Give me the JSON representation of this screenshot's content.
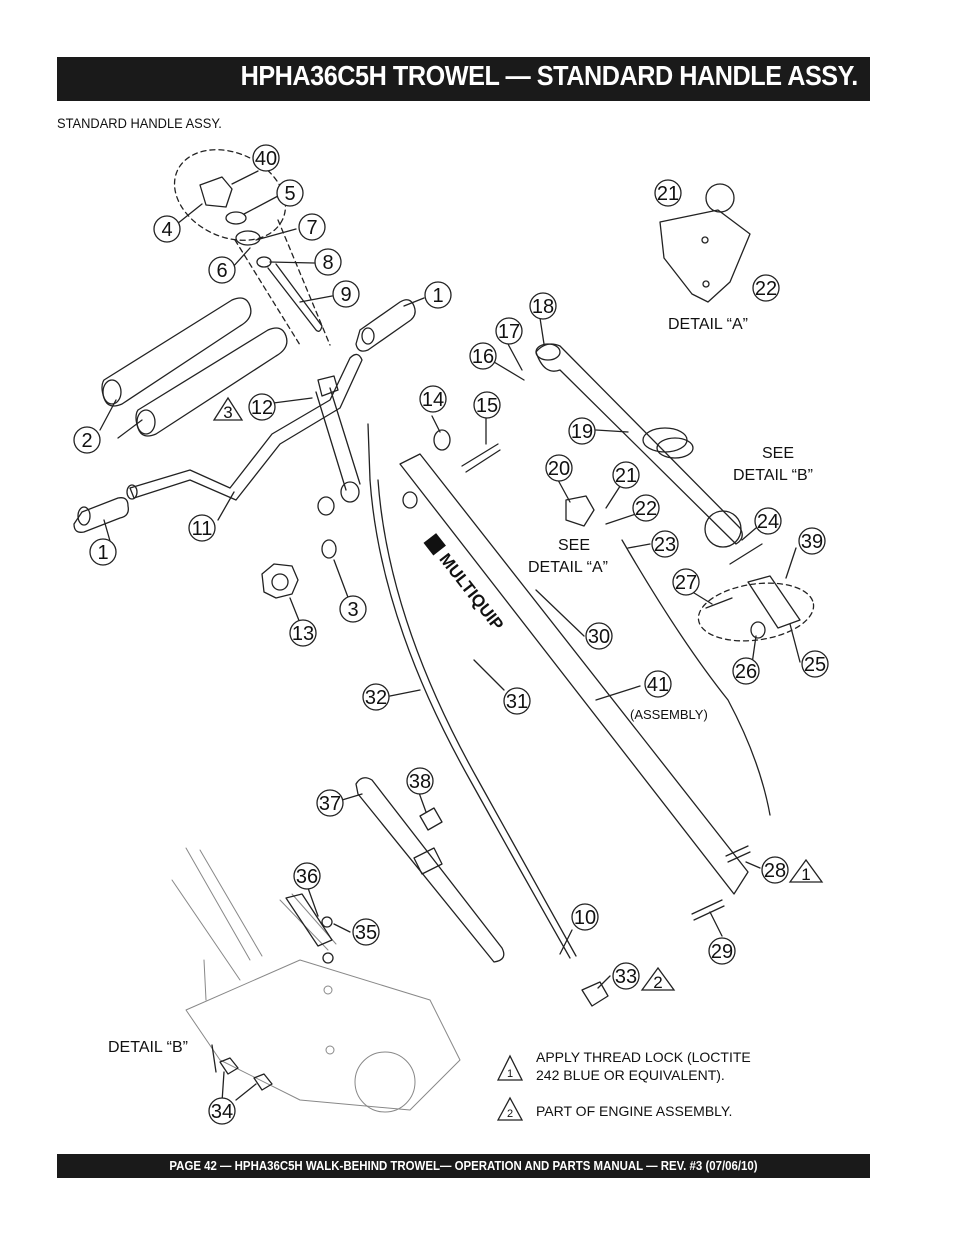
{
  "header": {
    "title": "HPHA36C5H TROWEL —  STANDARD HANDLE ASSY."
  },
  "section": {
    "subtitle": "STANDARD HANDLE  ASSY."
  },
  "callouts": [
    "40",
    "5",
    "4",
    "7",
    "6",
    "8",
    "9",
    "1",
    "2",
    "3",
    "12",
    "11",
    "1",
    "13",
    "3",
    "14",
    "15",
    "16",
    "17",
    "18",
    "19",
    "20",
    "21",
    "22",
    "21",
    "22",
    "23",
    "24",
    "27",
    "39",
    "26",
    "25",
    "30",
    "41",
    "31",
    "32",
    "37",
    "38",
    "36",
    "35",
    "10",
    "28",
    "29",
    "33",
    "34"
  ],
  "labels": {
    "detail_a": "DETAIL “A”",
    "see_detail_b_1": "SEE",
    "see_detail_b_2": "DETAIL “B”",
    "see_detail_a_1": "SEE",
    "see_detail_a_2": "DETAIL “A”",
    "assembly": "(ASSEMBLY)",
    "detail_b": "DETAIL “B”",
    "brand": "MULTIQUIP"
  },
  "notes": [
    {
      "symbol": "1",
      "text_line1": "APPLY THREAD LOCK (LOCTITE",
      "text_line2": "242 BLUE OR EQUIVALENT)."
    },
    {
      "symbol": "2",
      "text_line1": "PART OF ENGINE ASSEMBLY.",
      "text_line2": ""
    }
  ],
  "warning_marks": [
    "3",
    "1",
    "2"
  ],
  "footer": {
    "text": "PAGE 42 — HPHA36C5H WALK-BEHIND TROWEL— OPERATION AND PARTS MANUAL — REV. #3 (07/06/10)"
  }
}
